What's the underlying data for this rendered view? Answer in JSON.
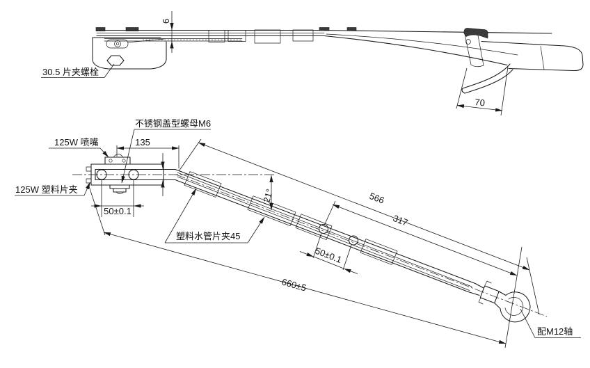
{
  "drawing": {
    "kind": "technical-drawing",
    "line_color": "#1a1a1a",
    "background": "#ffffff",
    "labels": {
      "clip_bolt": "30.5 片夹螺栓",
      "cap_nut": "不锈钢盖型螺母M6",
      "nozzle": "125W 喷嘴",
      "plastic_clip": "125W 塑料片夹",
      "pipe_clip": "塑料水管片夹45",
      "shaft": "配M12轴"
    },
    "dimensions": {
      "blade_height": "6",
      "hose_offset": "70",
      "nozzle_to_bend": "135",
      "head_hole_spacing": "50±0.1",
      "bend_angle": "21°",
      "mid_length": "566",
      "tip_length": "317",
      "arm_hole_spacing": "50±0.1",
      "overall_length": "660±5"
    }
  }
}
